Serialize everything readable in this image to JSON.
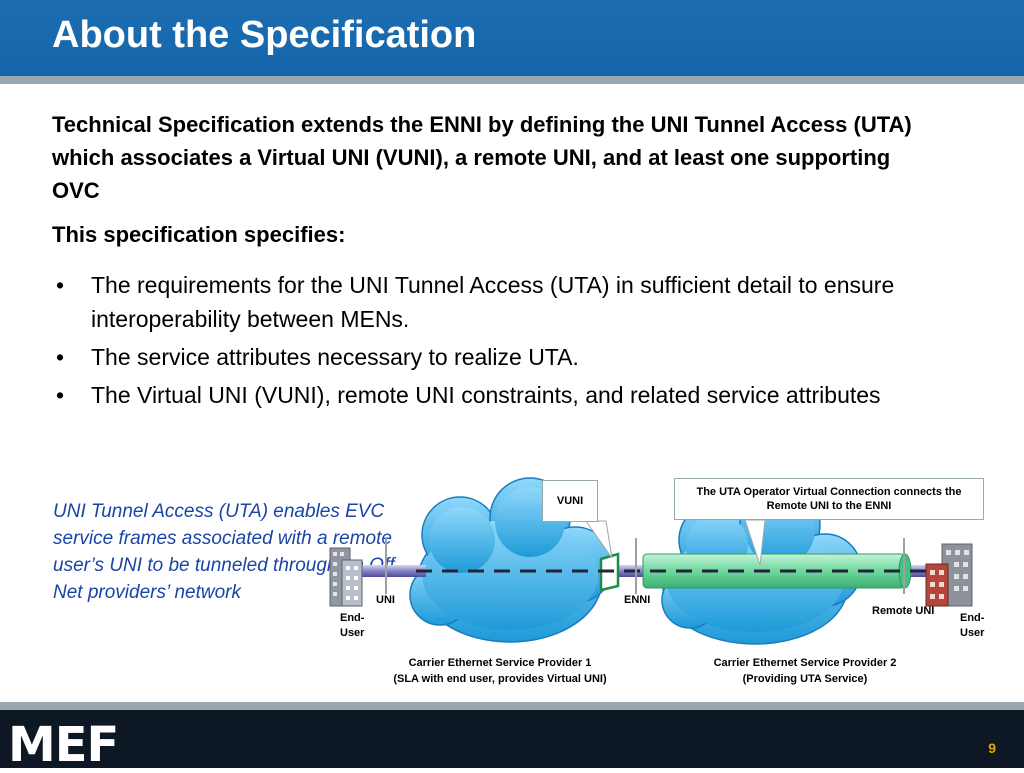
{
  "slide": {
    "title": "About the Specification",
    "lead": "Technical Specification extends the ENNI by defining the UNI Tunnel Access (UTA) which associates a Virtual UNI (VUNI), a remote UNI, and at least one supporting OVC",
    "spec_heading": "This specification specifies:",
    "bullet_glyph": "•",
    "bullets": [
      "The requirements for the UNI Tunnel Access (UTA) in sufficient detail to ensure interoperability between MENs.",
      "The service attributes necessary to realize UTA.",
      "The Virtual UNI (VUNI), remote UNI constraints, and related service attributes"
    ],
    "note": "UNI Tunnel Access (UTA) enables EVC service frames associated  with a remote user’s UNI to be tunneled through an Off-Net providers’ network"
  },
  "diagram": {
    "vuni_callout": "VUNI",
    "ovc_callout": "The UTA Operator Virtual Connection connects the Remote UNI to the ENNI",
    "uni_label": "UNI",
    "enni_label": "ENNI",
    "remote_uni_label": "Remote UNI",
    "end_user_left": [
      "End-",
      "User"
    ],
    "end_user_right": [
      "End-",
      "User"
    ],
    "provider1": [
      "Carrier Ethernet Service Provider 1",
      "(SLA with end user, provides Virtual UNI)"
    ],
    "provider2": [
      "Carrier Ethernet Service Provider 2",
      "(Providing UTA Service)"
    ]
  },
  "footer": {
    "logo": "MEF",
    "page_number": "9"
  },
  "colors": {
    "title_bar": "#1565ab",
    "note_text": "#1a44a6",
    "cloud": "#3fb3ea",
    "tunnel": "#7fdcaa",
    "footer": "#0e1724",
    "page_number": "#e8a300"
  }
}
